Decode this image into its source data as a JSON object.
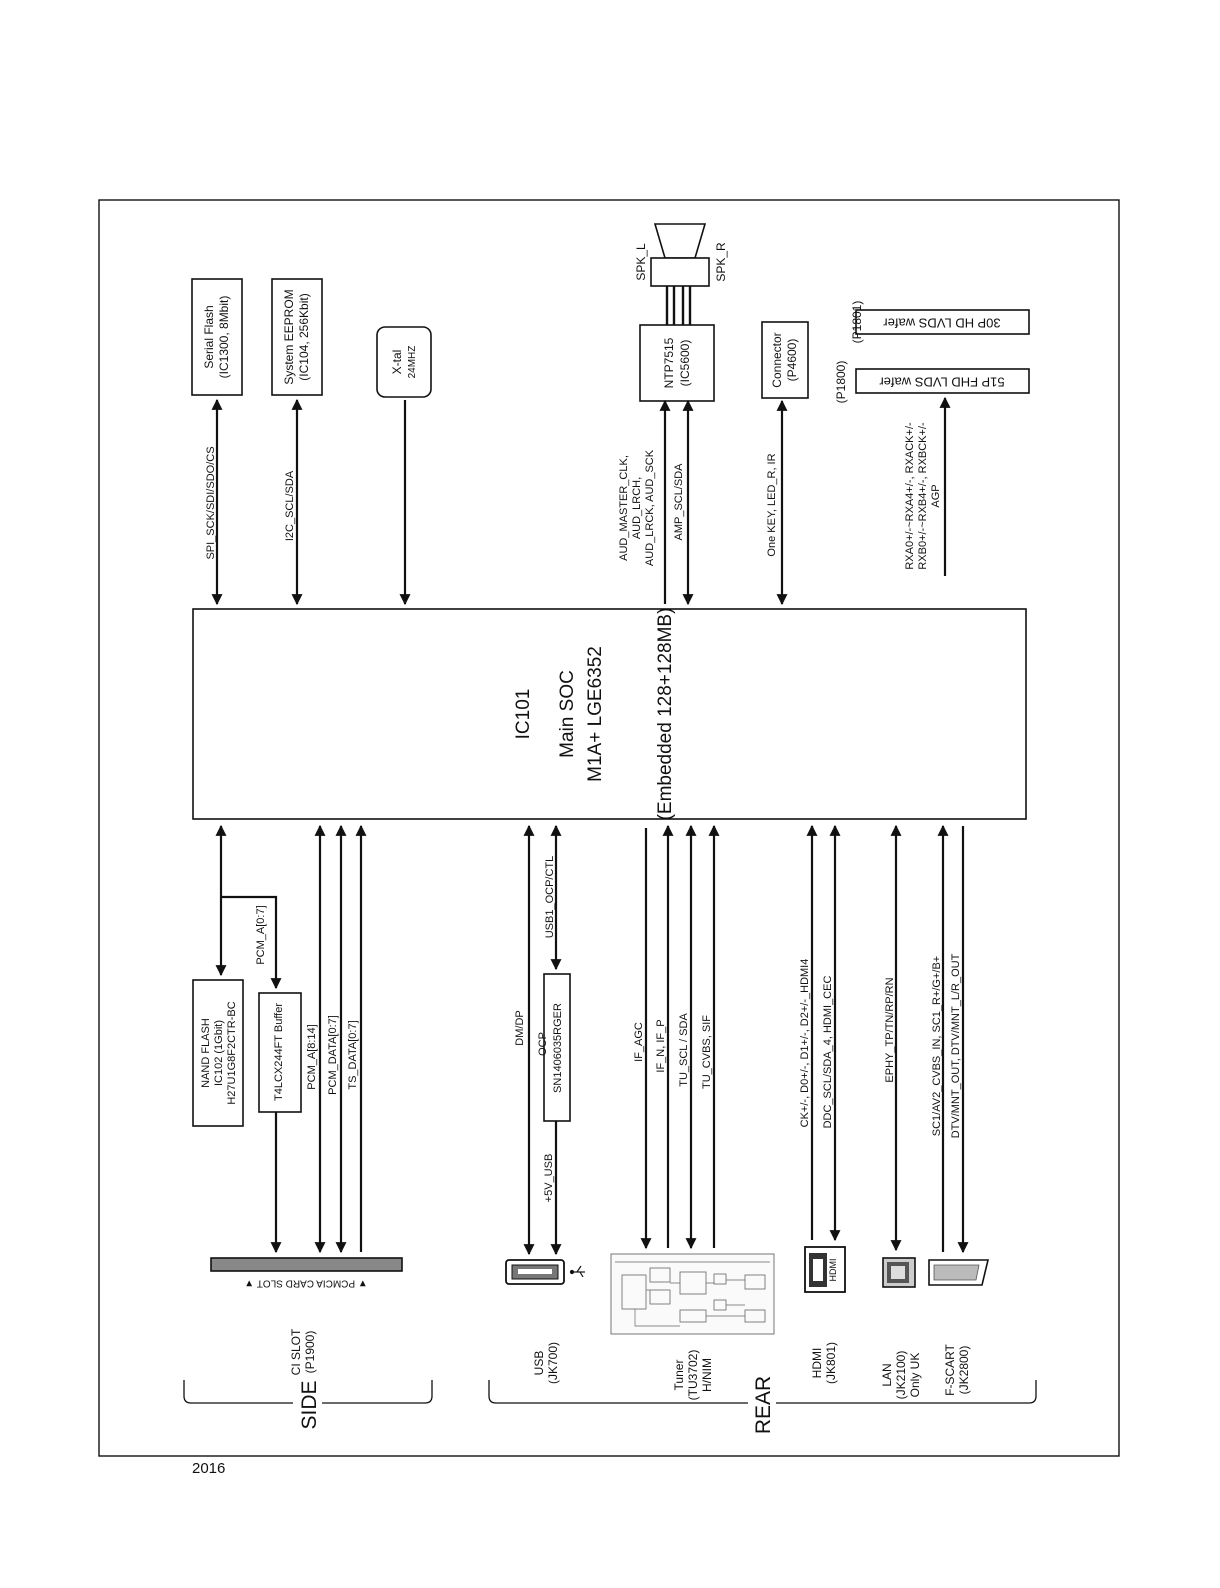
{
  "year": "2016",
  "soc": {
    "name": "IC101",
    "title": "Main SOC",
    "model": "M1A+ LGE6352",
    "memory": "(Embedded 128+128MB)"
  },
  "top_components": {
    "serial_flash": [
      "Serial Flash",
      "(IC1300, 8Mbit)"
    ],
    "eeprom": [
      "System EEPROM",
      "(IC104, 256Kbit)"
    ],
    "xtal": [
      "X-tal",
      "24MHZ"
    ],
    "amp": [
      "NTP7515",
      "(IC5600)"
    ],
    "connector": [
      "Connector",
      "(P4600)"
    ],
    "lvds_fhd": "51P  FHD LVDS wafer",
    "lvds_fhd_ref": "(P1800)",
    "lvds_hd": "30P HD LVDS wafer",
    "lvds_hd_ref": "(P1801)",
    "spk_l": "SPK_L",
    "spk_r": "SPK_R"
  },
  "top_signals": {
    "spi": "SPI_SCK/SDI/SDO/CS",
    "i2c": "I2C_SCL/SDA",
    "aud": [
      "AUD_MASTER_CLK,",
      "AUD_LRCH,",
      "AUD_LRCK, AUD_SCK"
    ],
    "amp": "AMP_SCL/SDA",
    "key": "One KEY, LED_R, IR",
    "lvds": [
      "RXA0+/-~RXA4+/-, RXACK+/-",
      "RXB0+/-~RXB4+/-, RXBCK+/-",
      "AGP"
    ]
  },
  "bottom_components": {
    "nand": [
      "NAND  FLASH",
      "IC102 (1Gbit)",
      "H27U1G8F2CTR-BC"
    ],
    "buffer": "T4LCX244FT Buffer",
    "ocp": "SN1406035RGER",
    "pcmcia": "▼ PCMCIA CARD SLOT ▼",
    "hdmi_port": "HDMI"
  },
  "bottom_signals": {
    "pcm_a07": "PCM_A[0:7]",
    "pcm_a814": "PCM_A[8:14]",
    "pcm_data": "PCM_DATA[0:7]",
    "ts_data": "TS_DATA[0:7]",
    "dmdp": "DM/DP",
    "ocp": "OCP",
    "usb_ctl": "USB1_OCP/CTL",
    "usb_5v": "+5V_USB",
    "if_agc": "IF_AGC",
    "if_np": "IF_N, IF_P",
    "tu_scl": "TU_SCL / SDA",
    "tu_cvbs": "TU_CVBS, SIF",
    "hdmi_ck": "CK+/-, D0+/-, D1+/-, D2+/-_HDMI4",
    "hdmi_ddc": "DDC_SCL/SDA_4, HDMI_CEC",
    "ephy": "EPHY_TP/TN/RP/RN",
    "sc_in": "SC1/AV2_CVBS_IN, SC1_R+/G+/B+",
    "sc_out": "DTV/MNT_OUT, DTV/MNT_L/R_OUT"
  },
  "port_labels": {
    "ci_slot": [
      "CI SLOT",
      "(P1900)"
    ],
    "usb": [
      "USB",
      "(JK700)"
    ],
    "tuner": [
      "Tuner",
      "(TU3702)",
      "H/NIM"
    ],
    "hdmi": [
      "HDMI",
      "(JK801)"
    ],
    "lan": [
      "LAN",
      "(JK2100)",
      "Only UK"
    ],
    "scart": [
      "F-SCART",
      "(JK2800)"
    ]
  },
  "groups": {
    "side": "SIDE",
    "rear": "REAR"
  }
}
